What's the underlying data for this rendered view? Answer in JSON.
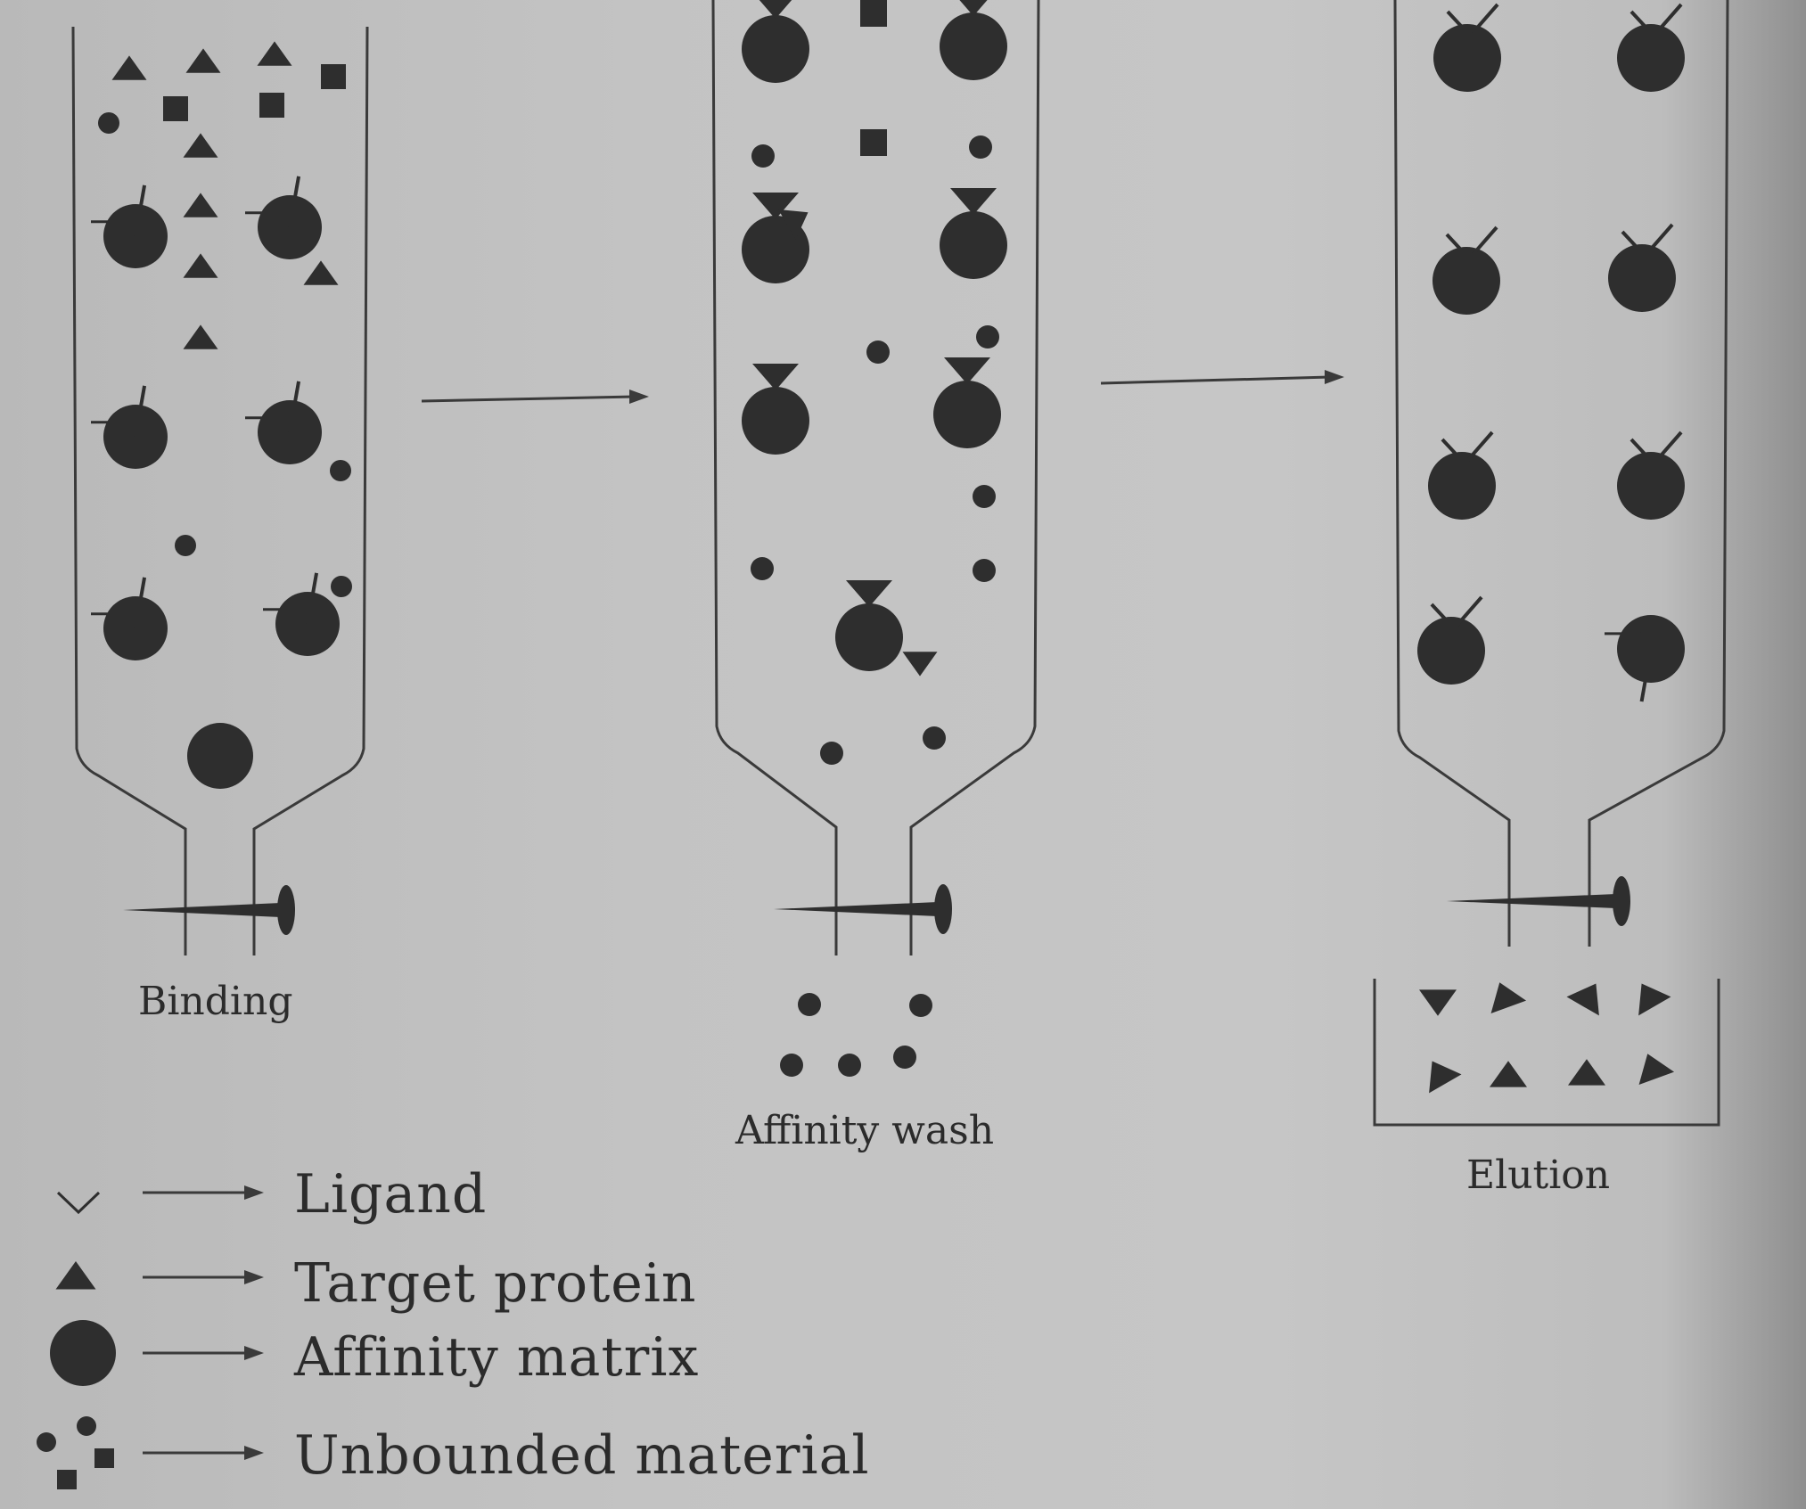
{
  "steps": {
    "binding": "Binding",
    "wash": "Affinity wash",
    "elution": "Elution"
  },
  "legend": [
    {
      "symbol": "ligand",
      "label": "Ligand"
    },
    {
      "symbol": "target-protein",
      "label": "Target protein"
    },
    {
      "symbol": "affinity-matrix",
      "label": "Affinity matrix"
    },
    {
      "symbol": "unbound-material",
      "label": "Unbounded material"
    }
  ],
  "colors": {
    "ink": "#2e2e2e",
    "line": "#3a3a3a"
  }
}
